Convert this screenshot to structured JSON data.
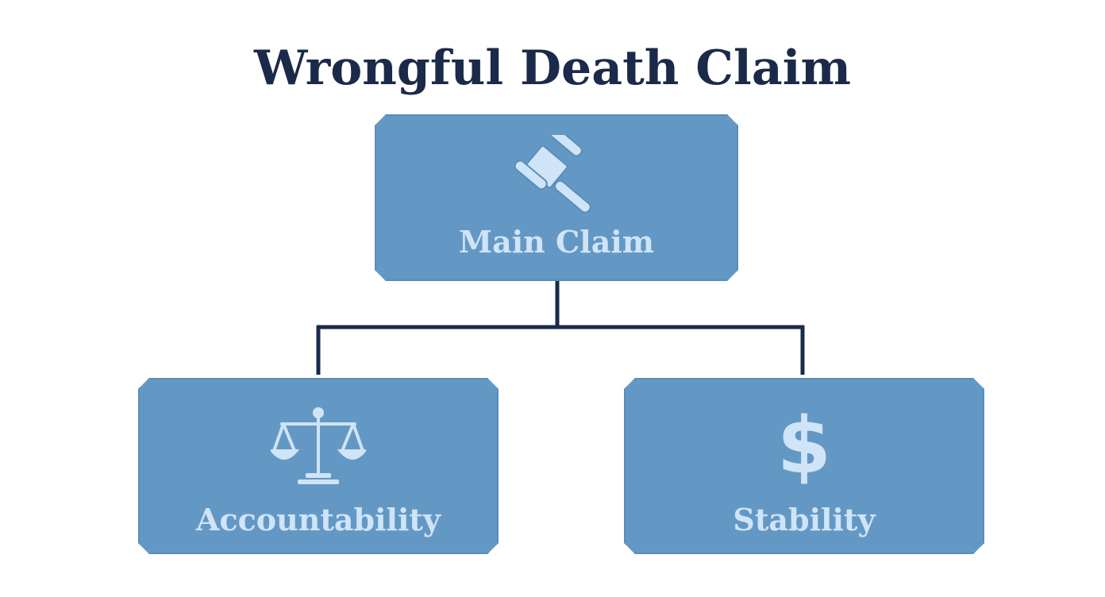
{
  "title": "Wrongful Death Claim",
  "nodes": {
    "main": {
      "label": "Main Claim",
      "icon": "gavel-icon"
    },
    "accountability": {
      "label": "Accountability",
      "icon": "scales-icon"
    },
    "stability": {
      "label": "Stability",
      "icon": "dollar-sign-icon",
      "glyph": "$"
    }
  },
  "colors": {
    "title": "#1b2a4a",
    "node_fill": "#6498c4",
    "node_text": "#cfe4f7",
    "connector": "#1b2a4a"
  }
}
